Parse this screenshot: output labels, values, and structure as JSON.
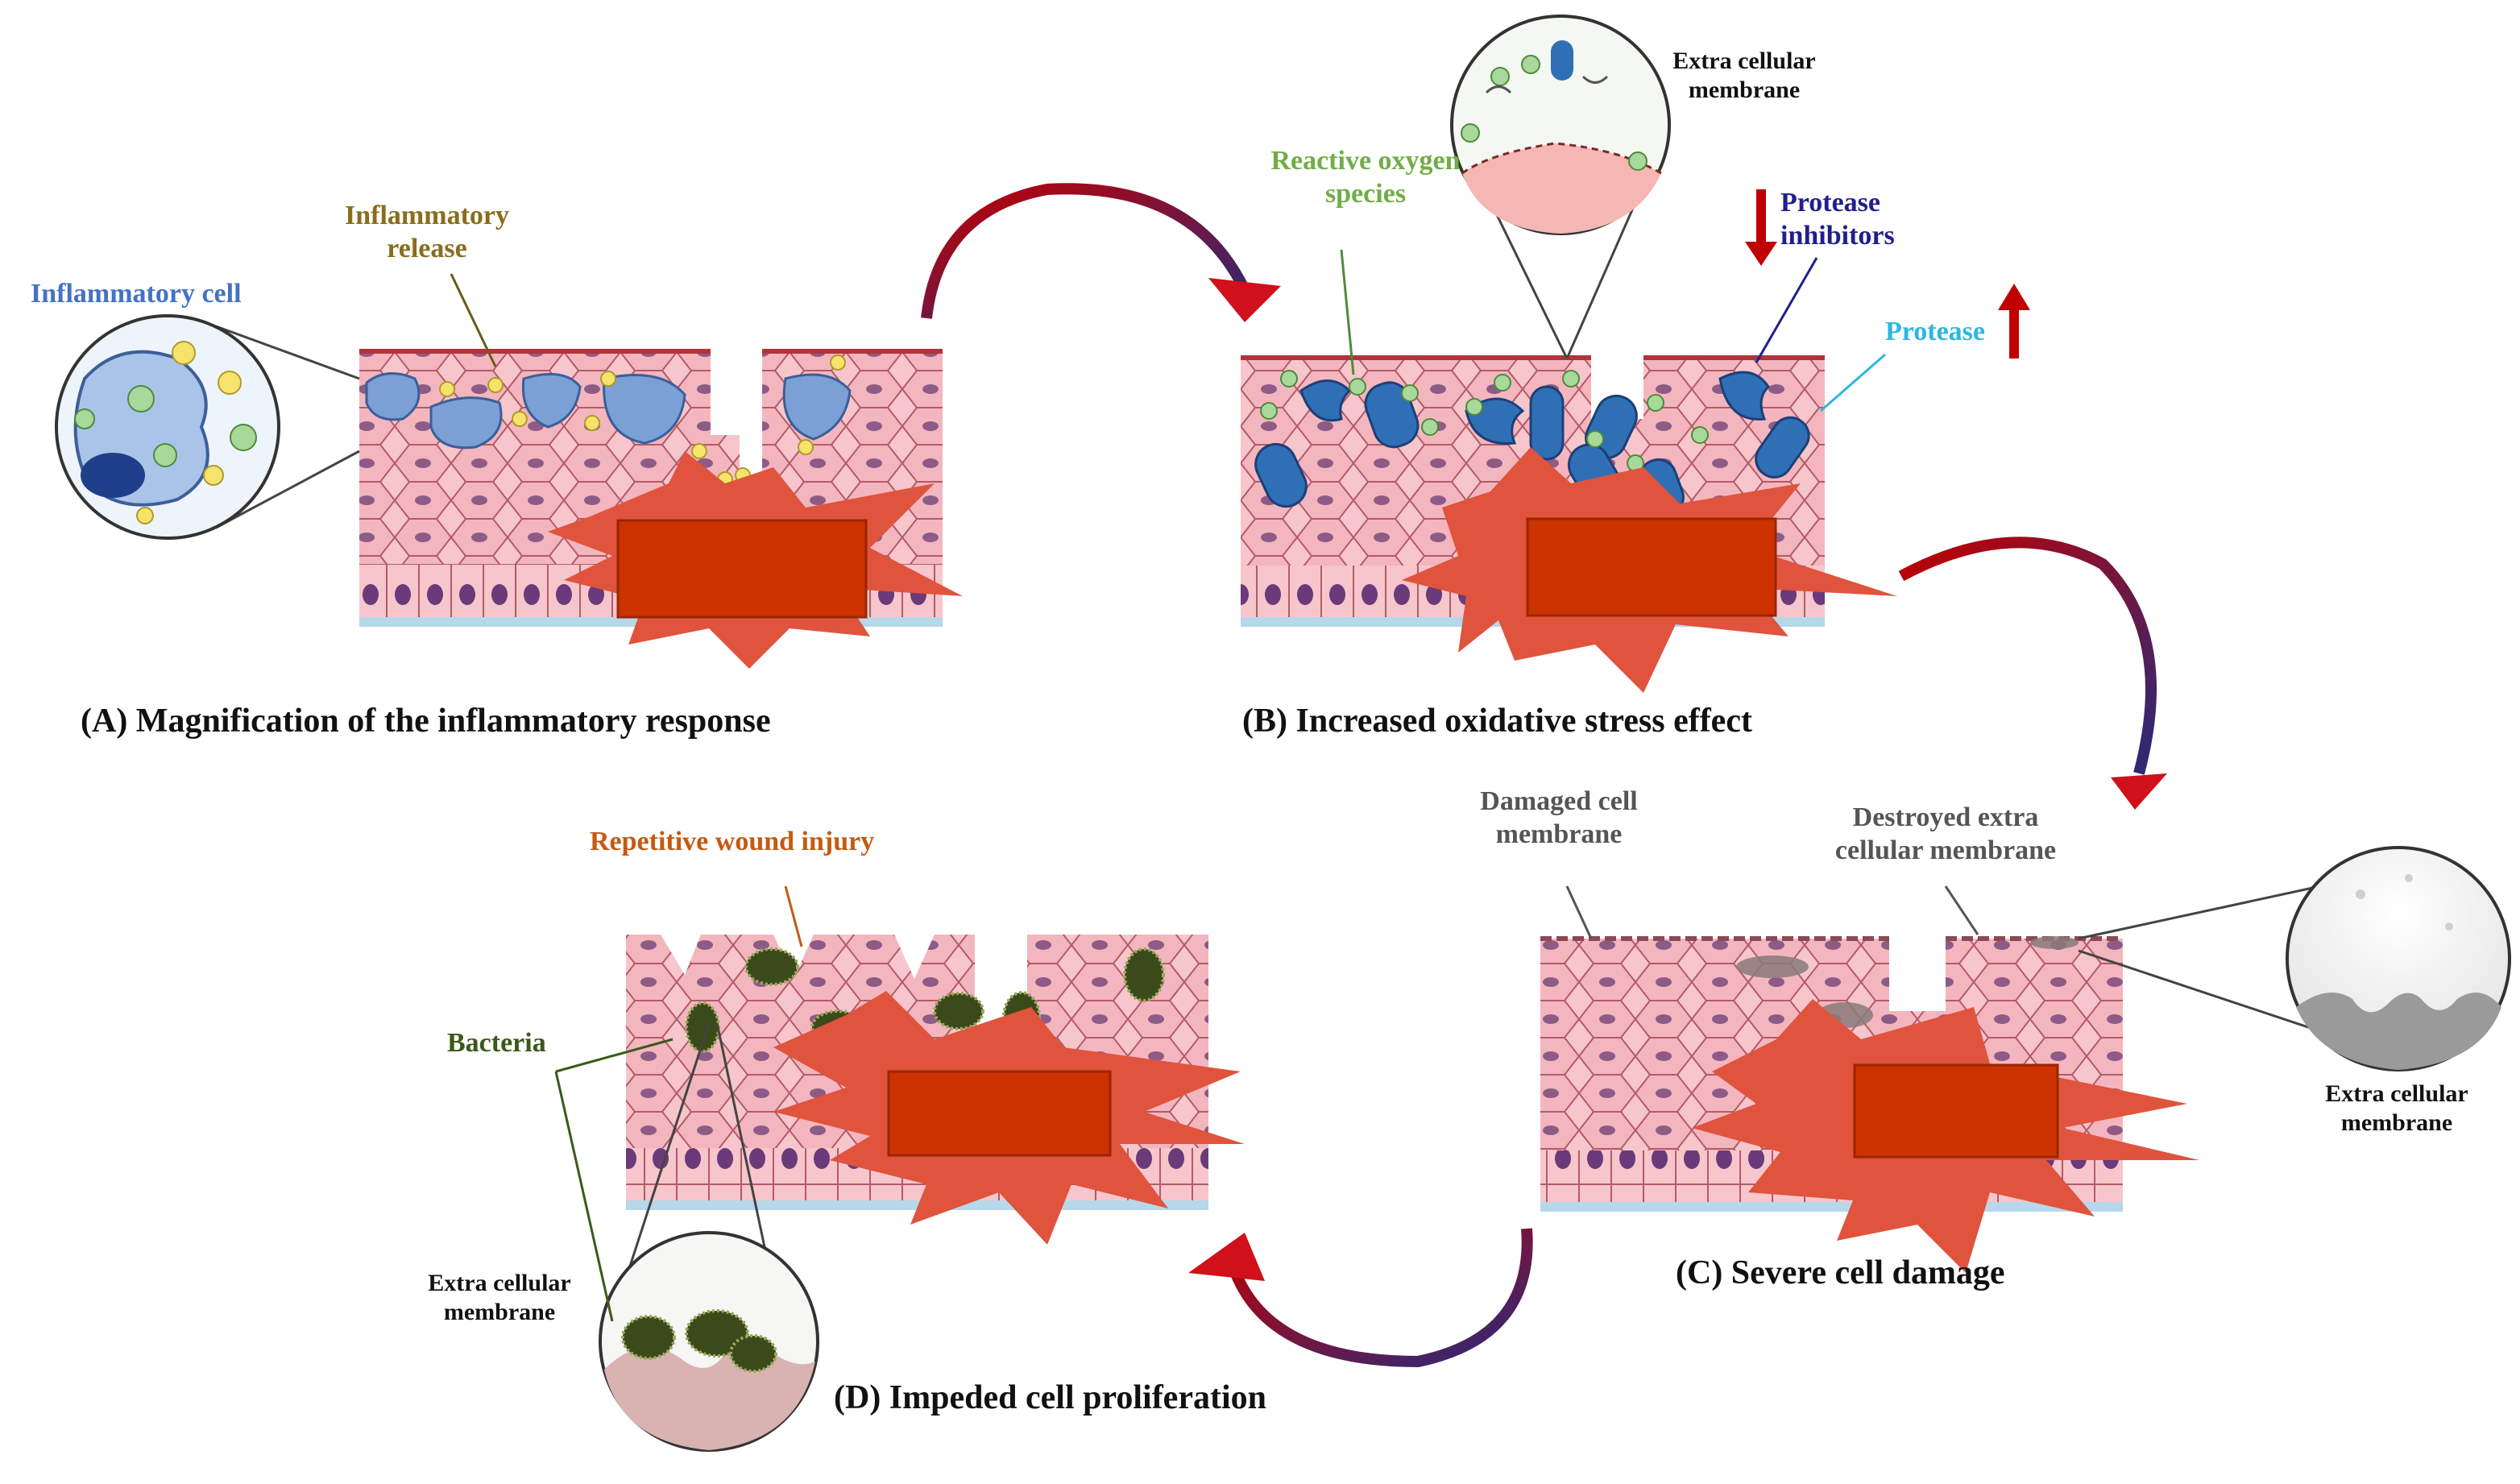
{
  "panels": {
    "A": {
      "caption": "(A) Magnification of the inflammatory response",
      "labels": {
        "inflammatory_cell": "Inflammatory cell",
        "inflammatory_release": "Inflammatory release"
      }
    },
    "B": {
      "caption": "(B) Increased oxidative stress effect",
      "labels": {
        "ros": "Reactive oxygen species",
        "ecm": "Extra cellular membrane",
        "protease_inhibitors": "Protease inhibitors",
        "protease": "Protease"
      }
    },
    "C": {
      "caption": "(C) Severe cell damage",
      "labels": {
        "damaged_membrane": "Damaged cell membrane",
        "destroyed_ecm": "Destroyed extra cellular membrane",
        "ecm": "Extra cellular membrane"
      }
    },
    "D": {
      "caption": "(D) Impeded cell proliferation",
      "labels": {
        "repetitive_injury": "Repetitive wound injury",
        "bacteria": "Bacteria",
        "ecm": "Extra cellular membrane"
      }
    }
  },
  "colors": {
    "inflammatory_cell": "#4472c4",
    "inflammatory_release": "#8a6d1c",
    "ros": "#70ad47",
    "protease_inhibitors": "#1f1f8f",
    "protease": "#2db7e0",
    "damaged": "#555555",
    "repetitive": "#c55a11",
    "bacteria": "#3a5a1a",
    "arrow": "#c00000",
    "wound_block": "#cc3300"
  }
}
